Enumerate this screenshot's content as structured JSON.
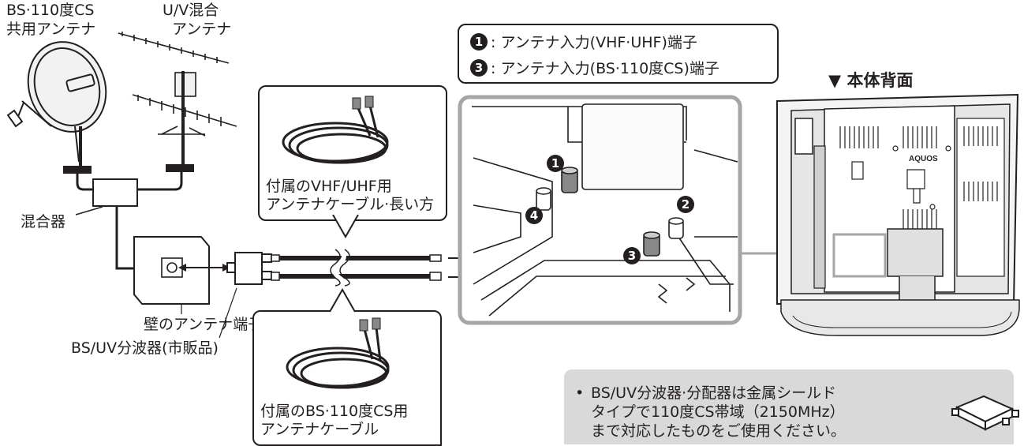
{
  "labels": {
    "bs_antenna": [
      "BS·110度CS",
      "共用アンテナ"
    ],
    "uv_antenna": [
      "U/V混合",
      "アンテナ"
    ],
    "mixer": "混合器",
    "wall_terminal": "壁のアンテナ端子",
    "splitter": "BS/UV分波器(市販品)",
    "rear_view": "▼ 本体背面",
    "brand": "AQUOS"
  },
  "legend": {
    "items": [
      {
        "num": "1",
        "text": ": アンテナ入力(VHF·UHF)端子"
      },
      {
        "num": "3",
        "text": ": アンテナ入力(BS·110度CS)端子"
      }
    ]
  },
  "cables": {
    "vhf": [
      "付属のVHF/UHF用",
      "アンテナケーブル·長い方"
    ],
    "bs": [
      "付属のBS·110度CS用",
      "アンテナケーブル"
    ]
  },
  "callouts": [
    "1",
    "2",
    "3",
    "4"
  ],
  "note": {
    "bullet": "•",
    "lines": [
      "BS/UV分波器·分配器は金属シールド",
      "タイプで110度CS帯域（2150MHz）",
      "まで対応したものをご使用ください。"
    ]
  },
  "colors": {
    "ink": "#231f20",
    "panel_border": "#a6a6a6",
    "note_bg": "#d9d9d9"
  }
}
